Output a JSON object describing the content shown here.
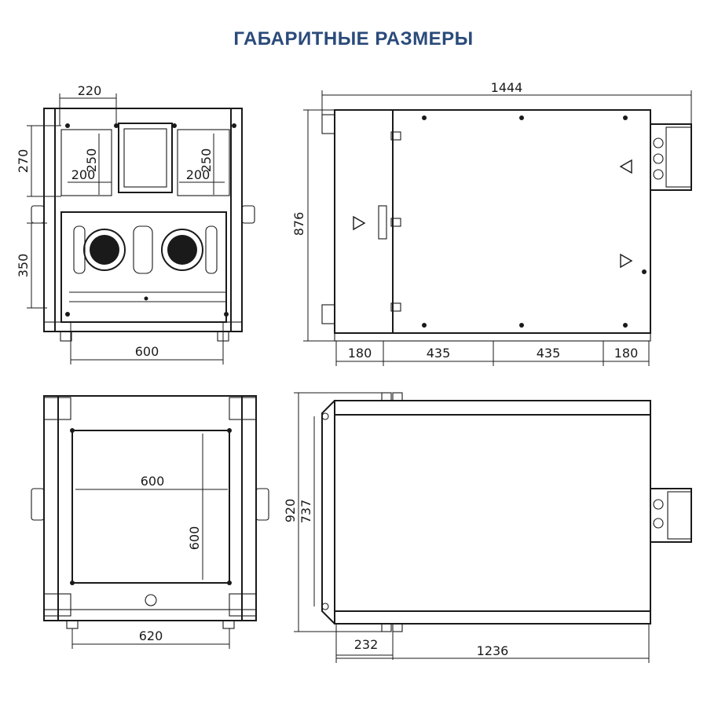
{
  "title": "ГАБАРИТНЫЕ РАЗМЕРЫ",
  "colors": {
    "title": "#2a4a7a",
    "lines": "#1a1a1a",
    "background": "#ffffff"
  },
  "views": {
    "front": {
      "dims": {
        "top_width": "220",
        "left_height": "270",
        "inner_h_left": "250",
        "inner_w_left": "200",
        "inner_h_right": "250",
        "inner_w_right": "200",
        "side_height": "350",
        "bottom_width": "600"
      }
    },
    "side": {
      "dims": {
        "total_length": "1444",
        "height": "876",
        "seg1": "180",
        "seg2": "435",
        "seg3": "435",
        "seg4": "180"
      }
    },
    "back": {
      "dims": {
        "inner_width": "600",
        "inner_height": "600",
        "bottom_width": "620"
      }
    },
    "top": {
      "dims": {
        "outer_height": "920",
        "inner_height": "737",
        "offset": "232",
        "length": "1236"
      }
    }
  }
}
